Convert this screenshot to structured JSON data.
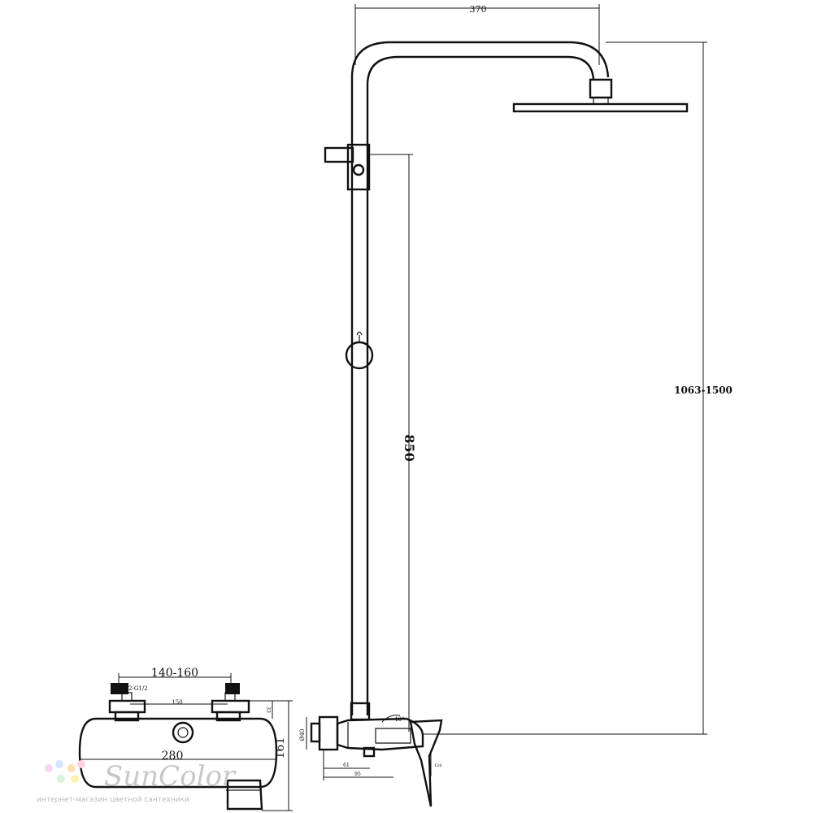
{
  "dimensions": {
    "arm_width": "370",
    "total_height": "1063-1500",
    "rail_height": "850",
    "inlet_spacing": "140-160",
    "inlet_thread": "2-G1/2",
    "body_small": "150",
    "top_height": "33",
    "body_width": "280",
    "body_height": "161",
    "knob_diameter": "Ø40",
    "depth_61": "61",
    "depth_95": "95",
    "handle_angle": "40°",
    "handle_h": "126"
  },
  "watermark": {
    "brand": "SunColor",
    "tagline": "интернет-магазин цветной сантехники"
  },
  "colors": {
    "line": "#111111",
    "watermark": "#c8c8c8"
  }
}
